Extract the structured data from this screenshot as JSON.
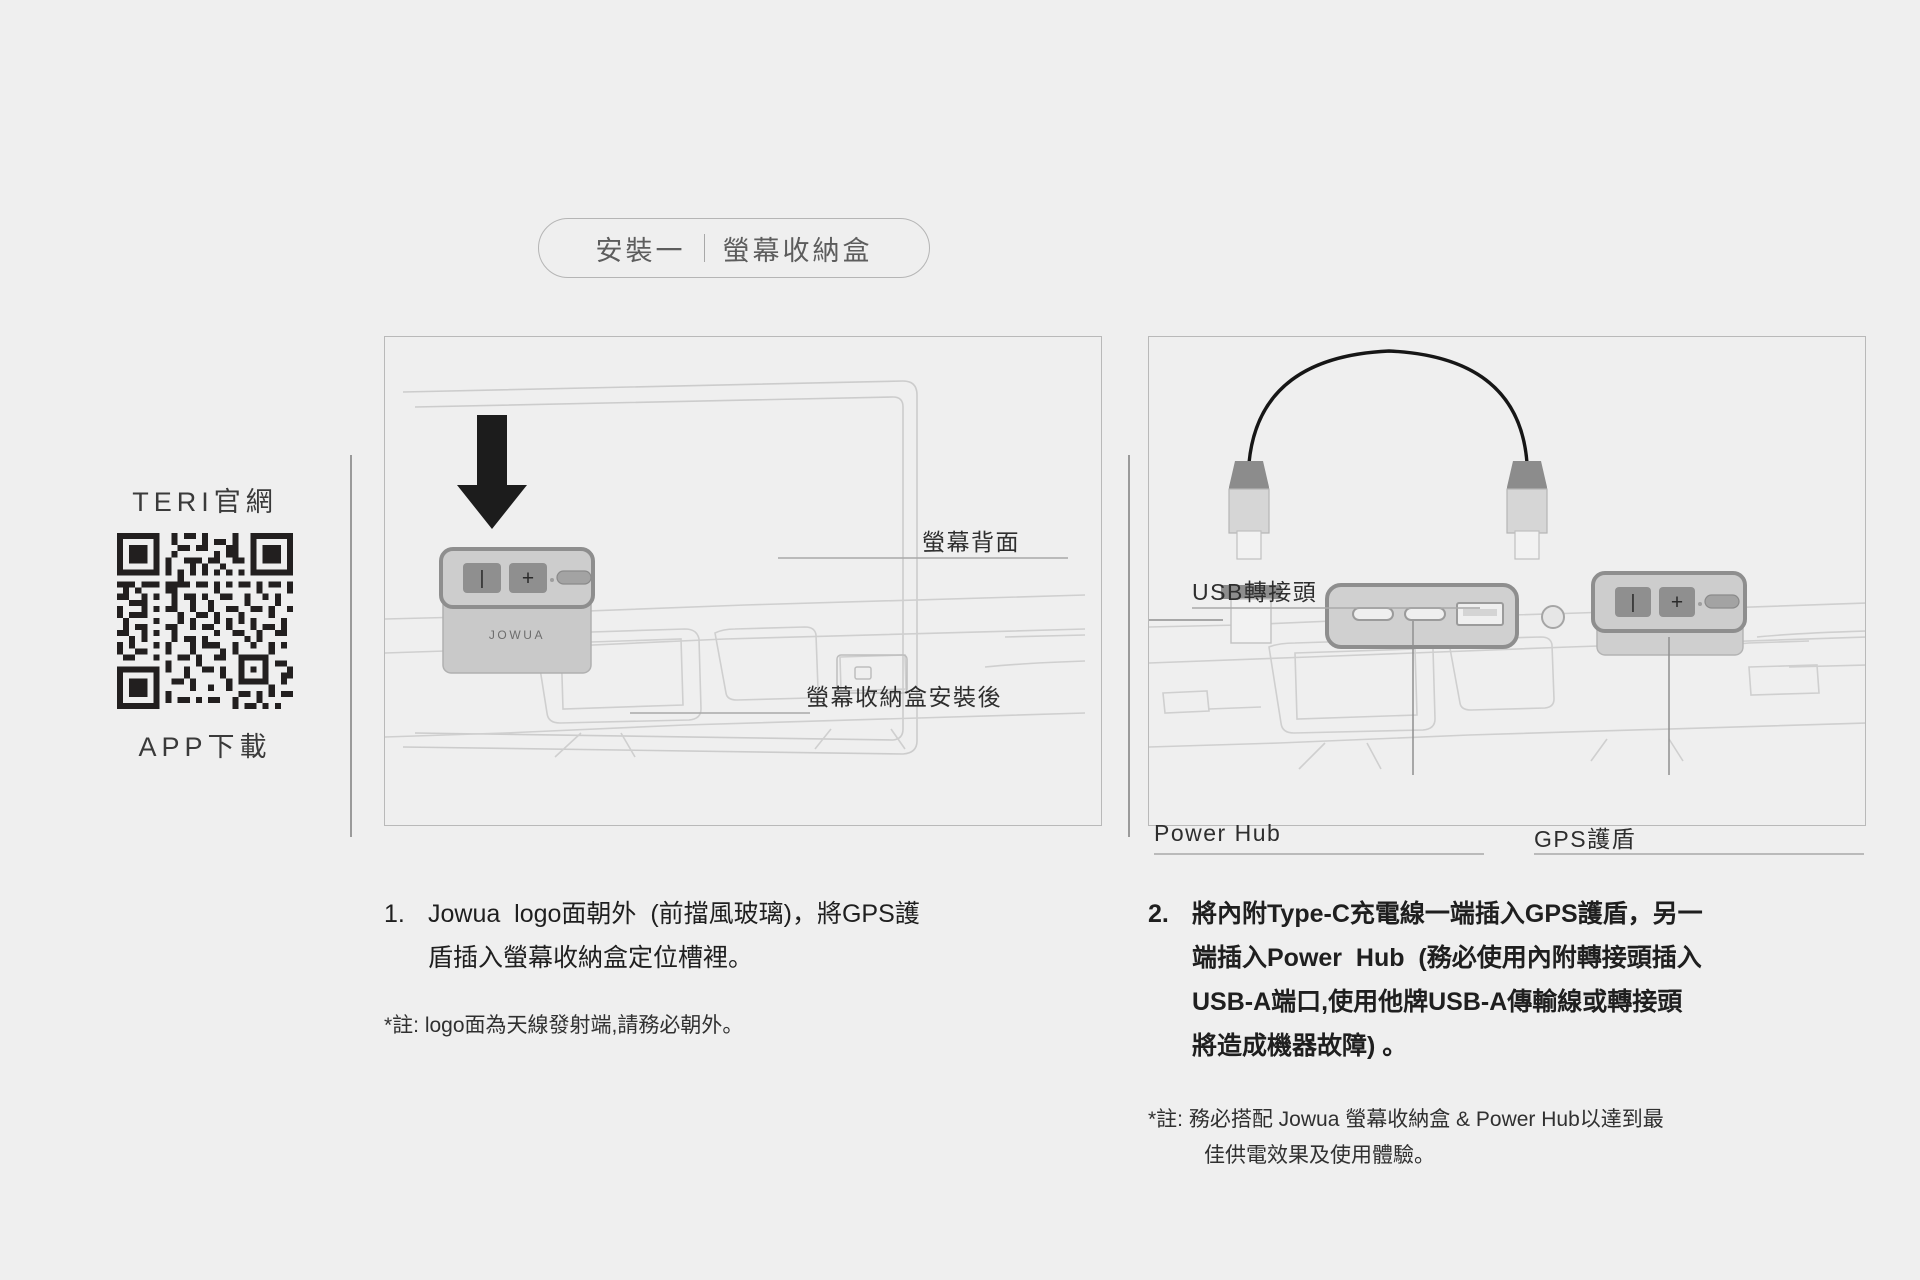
{
  "page": {
    "background_color": "#efefef",
    "text_color": "#1f1f1f"
  },
  "title": {
    "main": "安裝一",
    "divider": "|",
    "sub": "螢幕收納盒"
  },
  "qr_block": {
    "top_label": "TERI官網",
    "bottom_label": "APP下載",
    "icon": "qr-code-icon"
  },
  "panels": {
    "left": {
      "name": "screen-storage-box-install-illustration",
      "device_logo": "JOWUA",
      "button_power": "|",
      "button_plus": "+",
      "arrow": "down-arrow-icon",
      "callouts": [
        {
          "label": "螢幕背面"
        },
        {
          "label": "螢幕收納盒安裝後"
        }
      ]
    },
    "right": {
      "name": "power-hub-connection-illustration",
      "button_power": "|",
      "button_plus": "+",
      "cable": "usb-c-cable",
      "callouts": [
        {
          "label": "USB轉接頭"
        },
        {
          "label": "Power Hub"
        },
        {
          "label": "GPS護盾"
        }
      ]
    }
  },
  "steps": {
    "left": {
      "number": "1.",
      "lines": [
        "Jowua  logo面朝外  (前擋風玻璃)，將GPS護",
        "盾插入螢幕收納盒定位槽裡。"
      ],
      "note": "*註: logo面為天線發射端,請務必朝外。"
    },
    "right": {
      "number": "2.",
      "lines": [
        "將內附Type-C充電線一端插入GPS護盾，另一",
        "端插入Power  Hub  (務必使用內附轉接頭插入",
        "USB-A端口,使用他牌USB-A傳輸線或轉接頭",
        "將造成機器故障) 。"
      ],
      "note_line1": "*註: 務必搭配 Jowua 螢幕收納盒 & Power Hub以達到最",
      "note_line2": "佳供電效果及使用體驗。"
    }
  }
}
